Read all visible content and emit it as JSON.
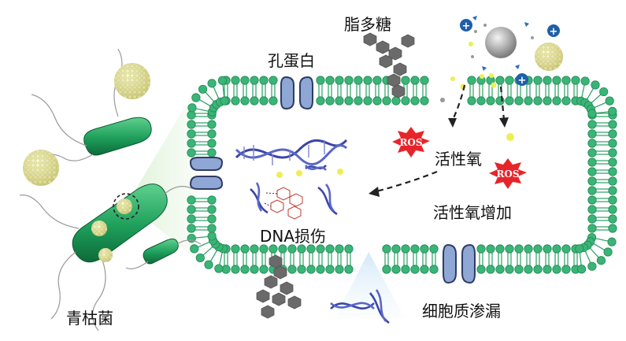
{
  "labels": {
    "bacteria": "青枯菌",
    "porin": "孔蛋白",
    "lps": "脂多糖",
    "ros": "活性氧",
    "ros_increase": "活性氧增加",
    "dna_damage": "DNA损伤",
    "leakage": "细胞质渗漏"
  },
  "ros_badges": [
    "ROS",
    "ROS"
  ],
  "charge_symbols": [
    "+",
    "+",
    "+"
  ],
  "colors": {
    "membrane": "#3bb477",
    "membrane_dark": "#1f8a55",
    "bacterium": "#1d9e5a",
    "porin": "#8fa7d4",
    "porin_stroke": "#2f3b66",
    "lps": "#666666",
    "ros_badge": "#e8242b",
    "dna_blue": "#3a46a8",
    "nanoparticle": "#e8e79a",
    "ros_dot": "#eeee55"
  }
}
